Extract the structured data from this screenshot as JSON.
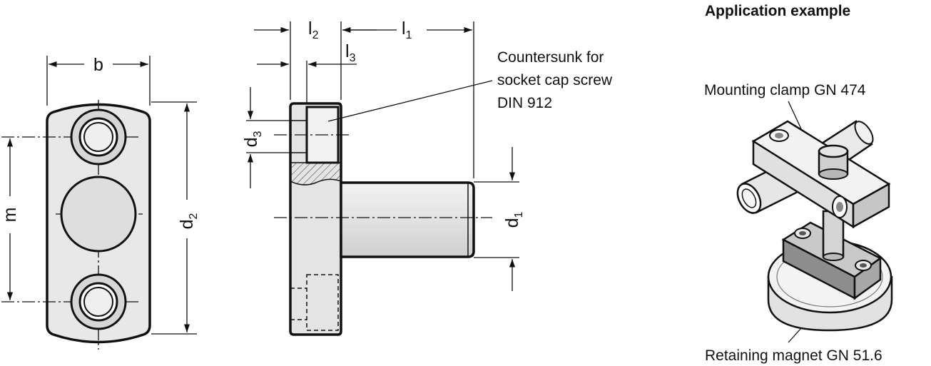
{
  "front_view": {
    "dim_width": "b",
    "dim_hole_spacing": "m",
    "dim_flange_dia": "d",
    "dim_flange_dia_sub": "2"
  },
  "side_view": {
    "dim_length_1": "l",
    "dim_length_1_sub": "1",
    "dim_length_2": "l",
    "dim_length_2_sub": "2",
    "dim_length_3": "l",
    "dim_length_3_sub": "3",
    "dim_bore_dia": "d",
    "dim_bore_dia_sub": "3",
    "dim_shaft_dia": "d",
    "dim_shaft_dia_sub": "1",
    "callout_lines": [
      "Countersunk for",
      "socket cap screw",
      "DIN 912"
    ]
  },
  "application": {
    "heading": "Application example",
    "clamp_label": "Mounting clamp GN 474",
    "magnet_label": "Retaining magnet GN 51.6"
  },
  "colors": {
    "line": "#111111",
    "part_fill": "#e7e7e7",
    "shadow_fill": "#9a9a9a",
    "light_fill": "#f4f4f4"
  }
}
